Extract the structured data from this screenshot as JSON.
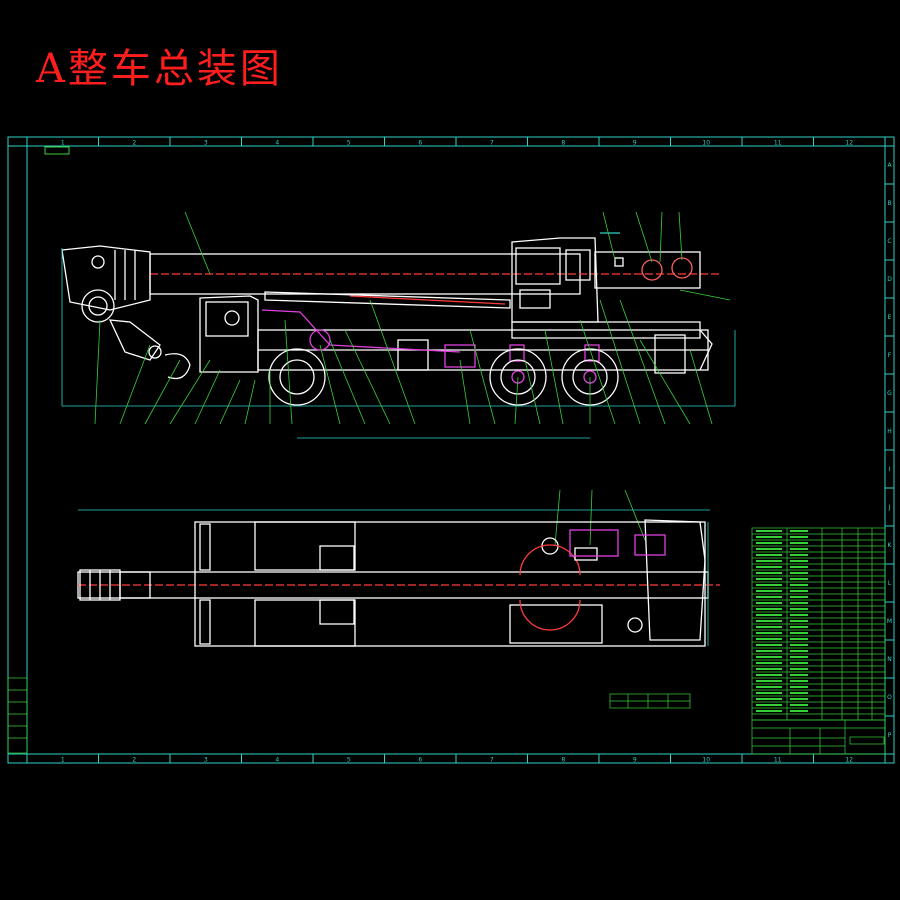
{
  "title": "A整车总装图",
  "colors": {
    "background": "#000000",
    "title": "#ff1e1e",
    "frame": "#2fd2c8",
    "outline": "#ffffff",
    "centerline": "#ff3c3c",
    "hydraulic": "#e040e0",
    "leader": "#38d038",
    "table": "#38d038"
  },
  "border": {
    "columns": [
      "1",
      "2",
      "3",
      "4",
      "5",
      "6",
      "7",
      "8",
      "9",
      "10",
      "11",
      "12"
    ],
    "rows": [
      "A",
      "B",
      "C",
      "D",
      "E",
      "F",
      "G",
      "H",
      "I",
      "J",
      "K",
      "L",
      "M",
      "N",
      "O",
      "P"
    ]
  }
}
